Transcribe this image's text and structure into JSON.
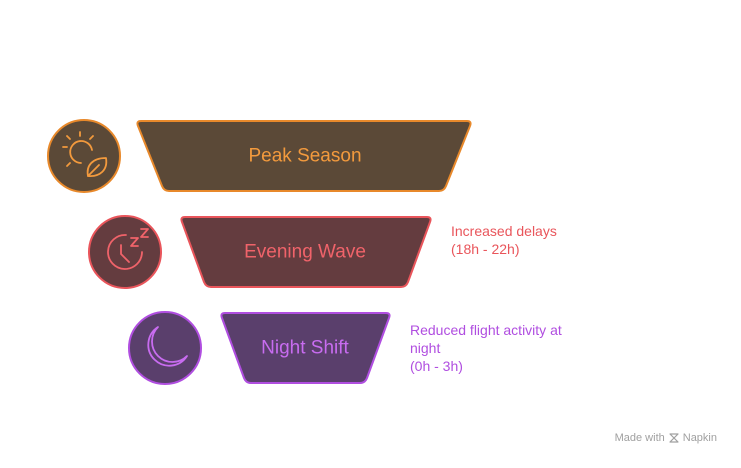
{
  "tiers": [
    {
      "label": "Peak Season",
      "icon": "sun-leaf-icon",
      "stroke": "#e8892b",
      "fill": "#5b4937",
      "text_color": "#f39a3d",
      "notes": []
    },
    {
      "label": "Evening Wave",
      "icon": "sleep-clock-icon",
      "stroke": "#e9555b",
      "fill": "#643c3f",
      "text_color": "#f0636a",
      "notes": [
        "Increased delays",
        "(18h - 22h)"
      ]
    },
    {
      "label": "Night Shift",
      "icon": "crescent-moon-icon",
      "stroke": "#b04ee0",
      "fill": "#5a3f6c",
      "text_color": "#c86cf0",
      "notes": [
        "Reduced flight activity at",
        "night",
        "(0h - 3h)"
      ]
    }
  ],
  "footer": {
    "made_with": "Made with",
    "brand": "Napkin"
  }
}
